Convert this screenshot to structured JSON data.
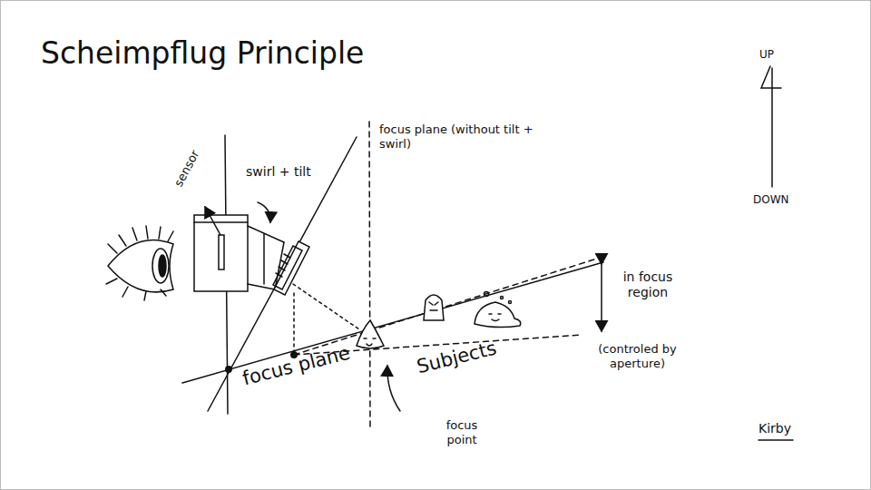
{
  "diagram": {
    "title": "Scheimpflug Principle",
    "labels": [
      "sensor",
      "swirl + tilt",
      "focus plane (without tilt + swirl)",
      "in focus region",
      "(controled by aperture)",
      "focus plane",
      "Subjects",
      "focus point",
      "UP",
      "DOWN",
      "Kirby"
    ]
  }
}
